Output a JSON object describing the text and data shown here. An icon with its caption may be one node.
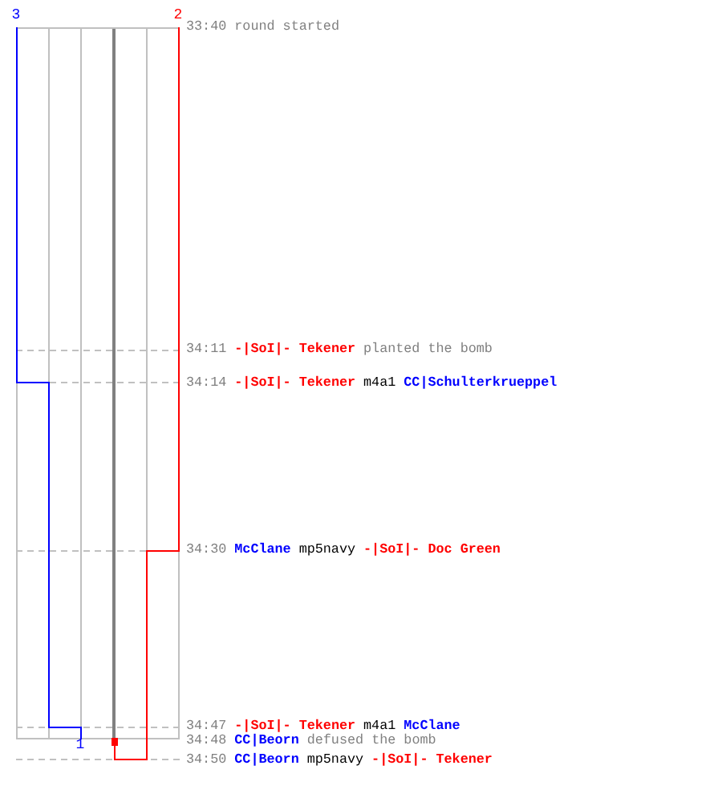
{
  "diagram": {
    "labels": [
      "3",
      "2",
      "33:40",
      "round started",
      "34:11",
      "-|SoI|- Tekener",
      "planted the bomb",
      "34:14",
      "-|SoI|- Tekener",
      "m4a1",
      "CC|Schulterkrueppel",
      "34:30",
      "McClane",
      "mp5navy",
      "-|SoI|- Doc Green",
      "34:47",
      "-|SoI|- Tekener",
      "m4a1",
      "McClane",
      "34:48",
      "CC|Beorn",
      "defused the bomb",
      "1",
      "34:50",
      "CC|Beorn",
      "mp5navy",
      "-|SoI|- Tekener"
    ]
  }
}
